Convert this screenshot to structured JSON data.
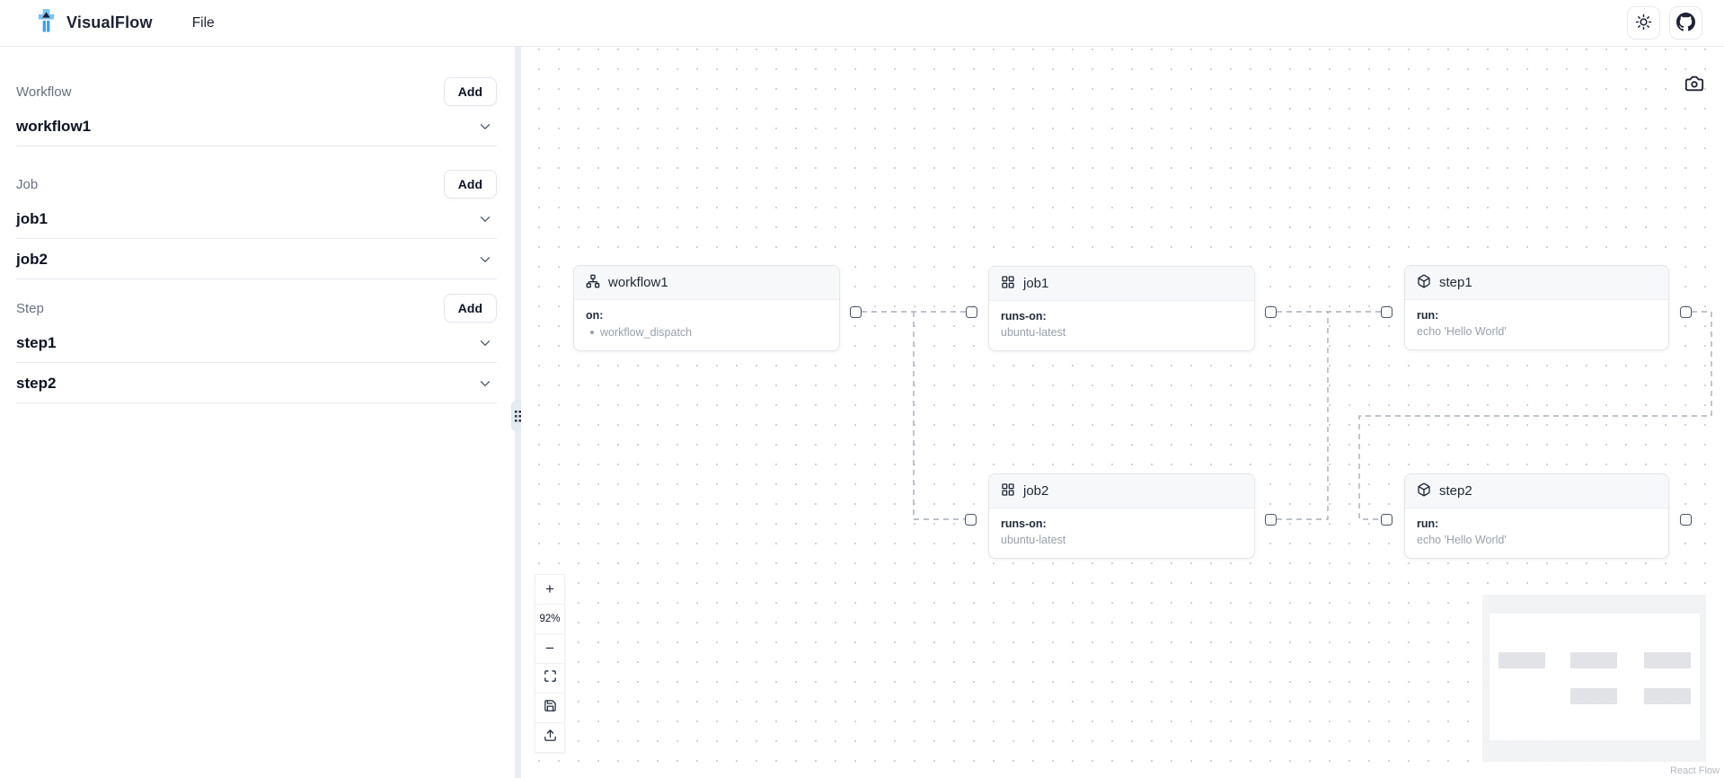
{
  "header": {
    "brand": "VisualFlow",
    "file_menu": "File"
  },
  "sidebar": {
    "sections": [
      {
        "label": "Workflow",
        "add_label": "Add",
        "items": [
          {
            "title": "workflow1"
          }
        ]
      },
      {
        "label": "Job",
        "add_label": "Add",
        "items": [
          {
            "title": "job1"
          },
          {
            "title": "job2"
          }
        ]
      },
      {
        "label": "Step",
        "add_label": "Add",
        "items": [
          {
            "title": "step1"
          },
          {
            "title": "step2"
          }
        ]
      }
    ]
  },
  "canvas": {
    "nodes": [
      {
        "id": "workflow1",
        "type": "workflow",
        "icon": "network-icon",
        "title": "workflow1",
        "field_label": "on:",
        "field_value": "workflow_dispatch"
      },
      {
        "id": "job1",
        "type": "job",
        "icon": "grid-icon",
        "title": "job1",
        "field_label": "runs-on:",
        "field_value": "ubuntu-latest"
      },
      {
        "id": "step1",
        "type": "step",
        "icon": "box-icon",
        "title": "step1",
        "field_label": "run:",
        "field_value": "echo 'Hello World'"
      },
      {
        "id": "job2",
        "type": "job",
        "icon": "grid-icon",
        "title": "job2",
        "field_label": "runs-on:",
        "field_value": "ubuntu-latest"
      },
      {
        "id": "step2",
        "type": "step",
        "icon": "box-icon",
        "title": "step2",
        "field_label": "run:",
        "field_value": "echo 'Hello World'"
      }
    ],
    "edges": [
      {
        "source": "workflow1",
        "target": "job1"
      },
      {
        "source": "workflow1",
        "target": "job2"
      },
      {
        "source": "job1",
        "target": "step1"
      },
      {
        "source": "job2",
        "target": "step1"
      },
      {
        "source": "step1",
        "target": "step2"
      }
    ]
  },
  "controls": {
    "zoom_in_label": "+",
    "zoom_level": "92%",
    "zoom_out_label": "−"
  },
  "attribution": "React Flow",
  "colors": {
    "brand_blue_light": "#7cc4f4",
    "brand_blue": "#38a1ef",
    "brand_navy": "#1e2235",
    "node_header_bg": "#f7f8fa",
    "edge_gray": "#a9aeb8",
    "canvas_dot": "#cfd3d9"
  }
}
